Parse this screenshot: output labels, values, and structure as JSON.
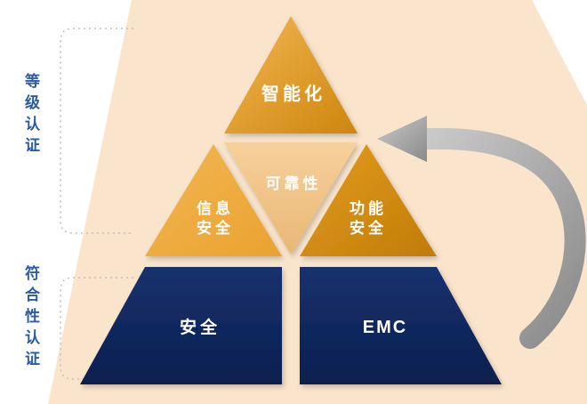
{
  "diagram": {
    "side_labels": {
      "top": "等级认证",
      "bottom": "符合性认证"
    },
    "pyramid": {
      "top": "智能化",
      "mid_left_line1": "信息",
      "mid_left_line2": "安全",
      "mid_center": "可靠性",
      "mid_right_line1": "功能",
      "mid_right_line2": "安全",
      "bottom_left": "安全",
      "bottom_right": "EMC"
    },
    "colors": {
      "peach": "#fae5cc",
      "gold_light": "#f4b754",
      "gold_mid": "#e9a22e",
      "gold_dark": "#cd860d",
      "gold_right_light": "#e49c1f",
      "gold_right_dark": "#c07c08",
      "pale_light": "#f6d09c",
      "pale_dark": "#e9b773",
      "navy_light": "#17316e",
      "navy_dark": "#0b1f4e",
      "arrow_light": "#c9c9c9",
      "arrow_dark": "#8a8a8a",
      "dotted": "#bdbdbd",
      "blue_text": "#2b5aa7"
    }
  }
}
